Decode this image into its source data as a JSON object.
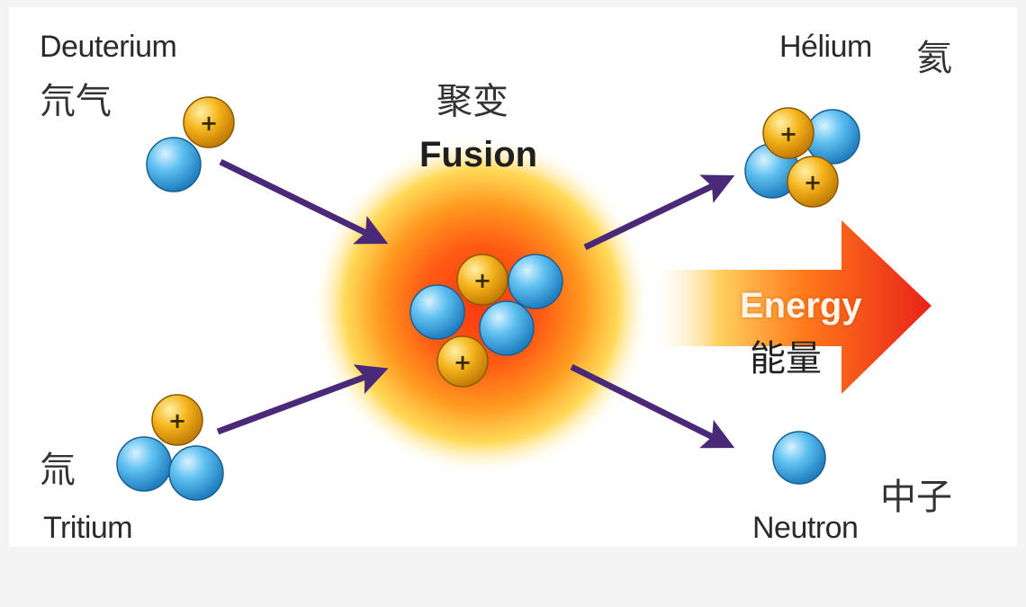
{
  "labels": {
    "deuterium_en": "Deuterium",
    "deuterium_cn": "氘气",
    "tritium_en": "Tritium",
    "tritium_cn": "氚",
    "fusion_cn": "聚变",
    "fusion_en": "Fusion",
    "helium_en": "Hélium",
    "helium_cn": "氦",
    "energy_en": "Energy",
    "energy_cn": "能量",
    "neutron_en": "Neutron",
    "neutron_cn": "中子",
    "plus_sign": "+"
  },
  "particles": {
    "deuterium": [
      "proton",
      "neutron"
    ],
    "tritium": [
      "proton",
      "neutron",
      "neutron"
    ],
    "fusion_core": [
      "proton",
      "proton",
      "neutron",
      "neutron",
      "neutron"
    ],
    "helium": [
      "proton",
      "proton",
      "neutron",
      "neutron"
    ],
    "neutron": [
      "neutron"
    ]
  },
  "colors": {
    "proton": "#f3b21a",
    "neutron": "#44aee6",
    "arrow": "#4a2a78",
    "energy_arrow": "#e8321a",
    "glow_core": "#ff4a12",
    "glow_outer": "#ffd23a"
  }
}
